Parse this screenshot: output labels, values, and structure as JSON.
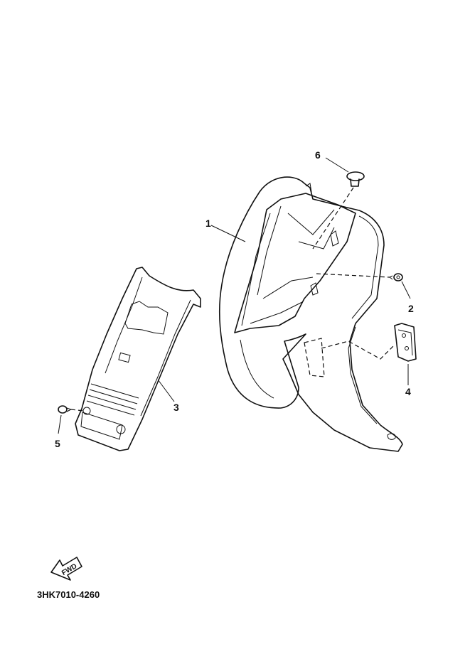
{
  "parts": [
    {
      "number": "1"
    },
    {
      "number": "2"
    },
    {
      "number": "3"
    },
    {
      "number": "4"
    },
    {
      "number": "5"
    },
    {
      "number": "6"
    }
  ],
  "direction_label": "FWD",
  "diagram_code": "3HK7010-4260"
}
